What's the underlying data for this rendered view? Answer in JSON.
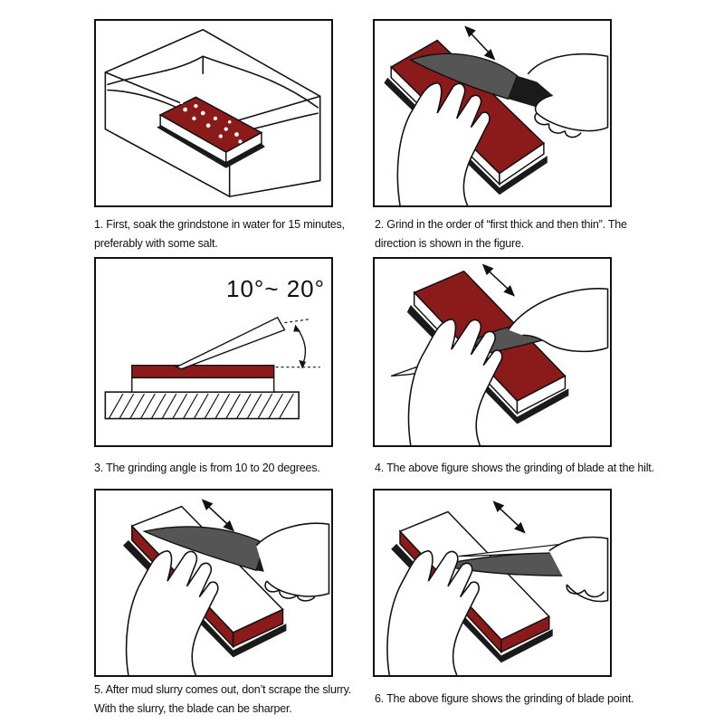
{
  "steps": [
    {
      "lines": [
        "1.  First, soak the grindstone in water for 15 minutes,",
        "preferably with some salt."
      ]
    },
    {
      "lines": [
        "2.  Grind in the order of “first thick and then thin”. The",
        "direction is shown in the figure."
      ]
    },
    {
      "lines": [
        "3.  The grinding angle is from 10 to 20 degrees."
      ],
      "angle_label": "10°~ 20°"
    },
    {
      "lines": [
        "4.  The above figure shows the grinding of blade at the hilt."
      ]
    },
    {
      "lines": [
        "5.  After mud slurry comes out, don’t scrape the slurry.",
        "With the slurry, the blade can be sharper."
      ]
    },
    {
      "lines": [
        "6.  The above figure shows the grinding of blade point."
      ]
    }
  ],
  "colors": {
    "stone_red": "#8b1a1a",
    "stone_base": "#1a1a1a",
    "line": "#111111",
    "blade": "#555555"
  }
}
